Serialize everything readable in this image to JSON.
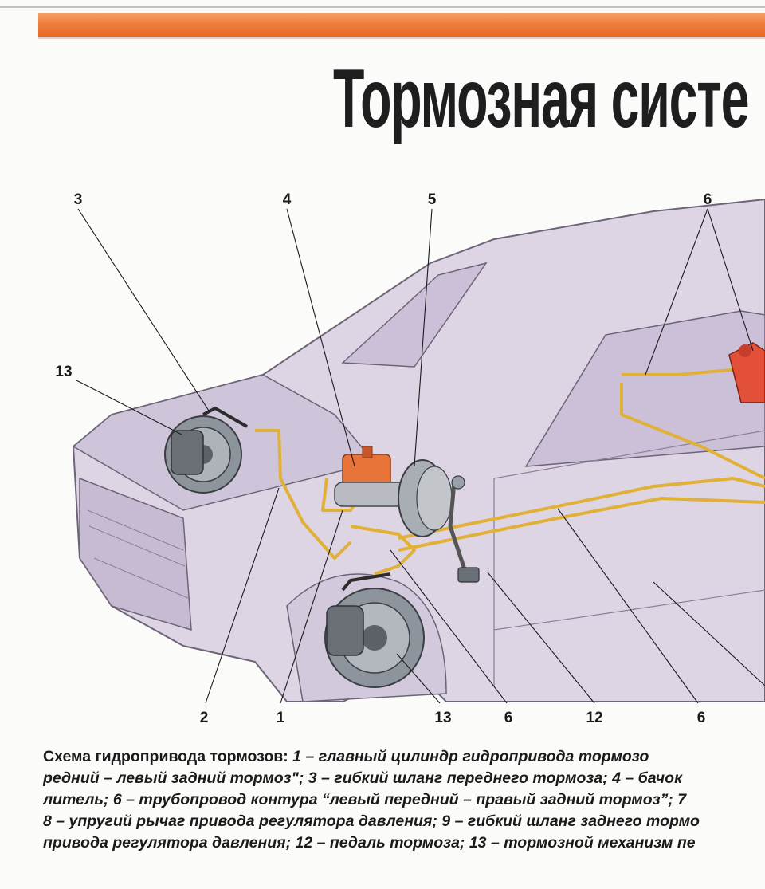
{
  "header": {
    "title": "Тормозная систе"
  },
  "diagram": {
    "callouts": {
      "c3": "3",
      "c4": "4",
      "c5": "5",
      "c6_top": "6",
      "c13_left": "13",
      "c2": "2",
      "c1": "1",
      "c13_bottom": "13",
      "c6_a": "6",
      "c12": "12",
      "c6_b": "6"
    },
    "colors": {
      "car_body": "#d9d0e0",
      "brake_line": "#e3b53a",
      "reservoir": "#e8743a",
      "disc": "#8a8f96"
    }
  },
  "caption": {
    "lead": "Схема гидропривода тормозов:",
    "line1_text": " 1 – главный цилиндр гидропривода тормозо",
    "line2": "редний – левый задний тормоз\"; 3 – гибкий шланг переднего тормоза; 4 – бачок",
    "line3": "литель; 6 – трубопровод контура “левый передний – правый задний тормоз”; 7",
    "line4": "8 – упругий рычаг привода регулятора давления; 9 – гибкий шланг заднего тормо",
    "line5": "привода регулятора давления; 12 – педаль тормоза; 13 – тормозной механизм пе"
  }
}
